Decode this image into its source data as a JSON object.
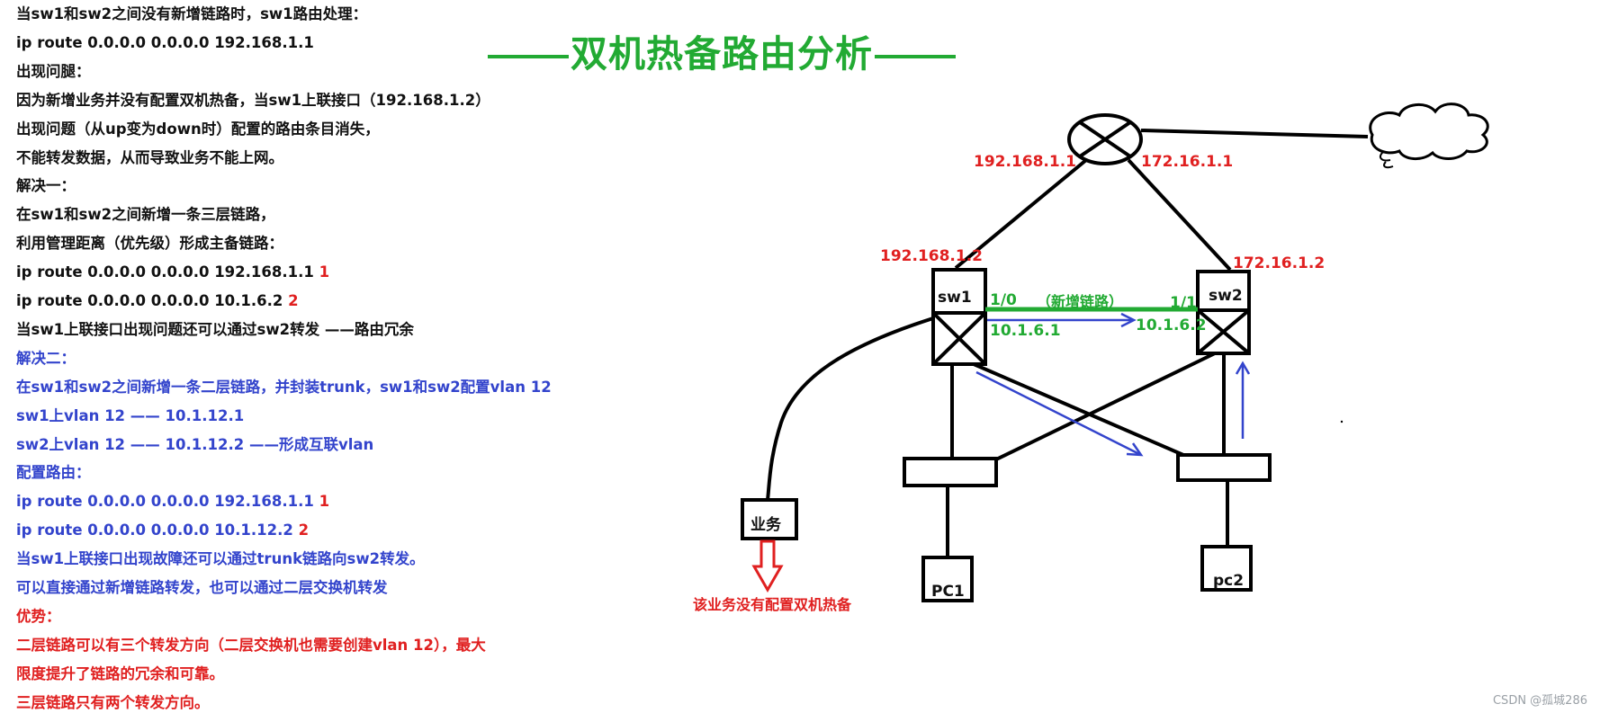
{
  "title": "双机热备路由分析",
  "notes": [
    {
      "text": "当sw1和sw2之间没有新增链路时，sw1路由处理：",
      "num": "",
      "color": "black"
    },
    {
      "text": "ip route 0.0.0.0 0.0.0.0 192.168.1.1",
      "num": "",
      "color": "black"
    },
    {
      "text": "出现问腿：",
      "num": "",
      "color": "black"
    },
    {
      "text": "因为新增业务并没有配置双机热备，当sw1上联接口（192.168.1.2）",
      "num": "",
      "color": "black"
    },
    {
      "text": "出现问题（从up变为down时）配置的路由条目消失，",
      "num": "",
      "color": "black"
    },
    {
      "text": "不能转发数据，从而导致业务不能上网。",
      "num": "",
      "color": "black"
    },
    {
      "text": "解决一：",
      "num": "",
      "color": "black"
    },
    {
      "text": "在sw1和sw2之间新增一条三层链路，",
      "num": "",
      "color": "black"
    },
    {
      "text": "利用管理距离（优先级）形成主备链路：",
      "num": "",
      "color": "black"
    },
    {
      "text": "ip route 0.0.0.0 0.0.0.0 192.168.1.1 ",
      "num": "1",
      "color": "black"
    },
    {
      "text": "ip route 0.0.0.0 0.0.0.0 10.1.6.2 ",
      "num": "2",
      "color": "black"
    },
    {
      "text": "当sw1上联接口出现问题还可以通过sw2转发   ——路由冗余",
      "num": "",
      "color": "black"
    },
    {
      "text": "解决二：",
      "num": "",
      "color": "blue"
    },
    {
      "text": "在sw1和sw2之间新增一条二层链路，并封装trunk，sw1和sw2配置vlan 12",
      "num": "",
      "color": "blue"
    },
    {
      "text": "sw1上vlan 12 —— 10.1.12.1",
      "num": "",
      "color": "blue"
    },
    {
      "text": "sw2上vlan 12 —— 10.1.12.2     ——形成互联vlan",
      "num": "",
      "color": "blue"
    },
    {
      "text": "配置路由：",
      "num": "",
      "color": "blue"
    },
    {
      "text": "ip route 0.0.0.0 0.0.0.0 192.168.1.1 ",
      "num": "1",
      "color": "blue"
    },
    {
      "text": "ip route 0.0.0.0 0.0.0.0 10.1.12.2 ",
      "num": "2",
      "color": "blue"
    },
    {
      "text": "当sw1上联接口出现故障还可以通过trunk链路向sw2转发。",
      "num": "",
      "color": "blue"
    },
    {
      "text": "可以直接通过新增链路转发，也可以通过二层交换机转发",
      "num": "",
      "color": "blue"
    },
    {
      "text": "优势：",
      "num": "",
      "color": "red"
    },
    {
      "text": "二层链路可以有三个转发方向（二层交换机也需要创建vlan 12），最大",
      "num": "",
      "color": "red"
    },
    {
      "text": "限度提升了链路的冗余和可靠。",
      "num": "",
      "color": "red"
    },
    {
      "text": "三层链路只有两个转发方向。",
      "num": "",
      "color": "red"
    }
  ],
  "diagram": {
    "router_ip_left": "192.168.1.1",
    "router_ip_right": "172.16.1.1",
    "sw1_uplink_ip": "192.168.1.2",
    "sw2_uplink_ip": "172.16.1.2",
    "sw1_label": "sw1",
    "sw2_label": "sw2",
    "sw1_port": "1/0",
    "sw2_port": "1/1",
    "new_link_label": "（新增链路）",
    "sw1_link_ip": "10.1.6.1",
    "sw2_link_ip": "10.1.6.2",
    "service_label": "业务",
    "service_note": "该业务没有配置双机热备",
    "pc1_label": "PC1",
    "pc2_label": "pc2"
  },
  "watermark": "CSDN @孤城286",
  "colors": {
    "black_text": "#111111",
    "blue_text": "#3344cc",
    "red_text": "#e02020",
    "green": "#22aa33",
    "arrow_blue": "#3344cc"
  }
}
